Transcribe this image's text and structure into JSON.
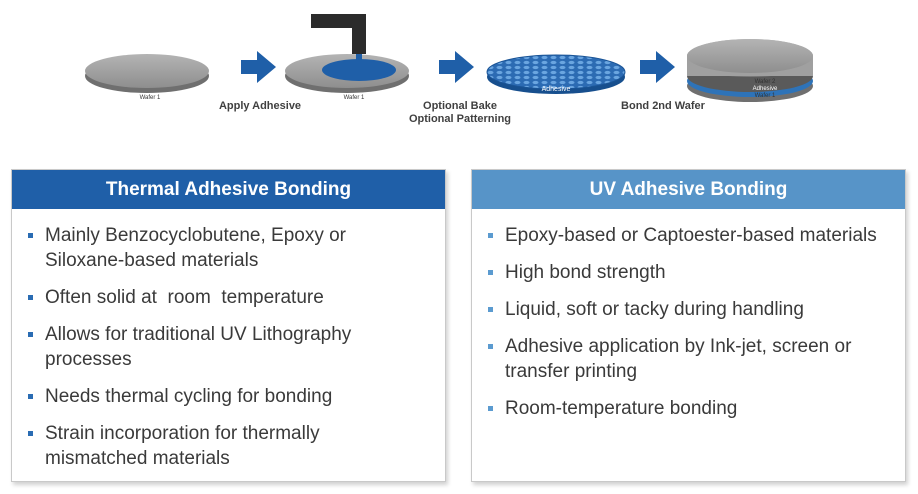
{
  "process": {
    "wafer_label": "Wafer 1",
    "second_wafer_label": "Wafer 2",
    "adhesive_label": "Adhesive",
    "steps": [
      {
        "line1": "Apply Adhesive",
        "line2": ""
      },
      {
        "line1": "Optional Bake",
        "line2": "Optional Patterning"
      },
      {
        "line1": "Bond 2nd Wafer",
        "line2": ""
      }
    ]
  },
  "thermal": {
    "title": "Thermal Adhesive Bonding",
    "items": [
      "Mainly Benzocyclobutene, Epoxy or Siloxane-based materials",
      "Often solid at  room  temperature",
      "Allows for traditional UV Lithography processes",
      "Needs thermal cycling for bonding",
      "Strain incorporation for thermally mismatched materials"
    ]
  },
  "uv": {
    "title": "UV Adhesive Bonding",
    "items": [
      "Epoxy-based or Captoester-based materials",
      "High bond strength",
      "Liquid, soft or tacky during handling",
      "Adhesive application by Ink-jet, screen or transfer printing",
      "Room-temperature bonding"
    ]
  },
  "colors": {
    "thermal_header": "#1f5fa8",
    "uv_header": "#5794c8",
    "thermal_bullet": "#2a6cb3",
    "uv_bullet": "#5b9bd0",
    "arrow": "#1f5fa8",
    "wafer": "#9a9a9a",
    "adhesive": "#2e73b8"
  }
}
